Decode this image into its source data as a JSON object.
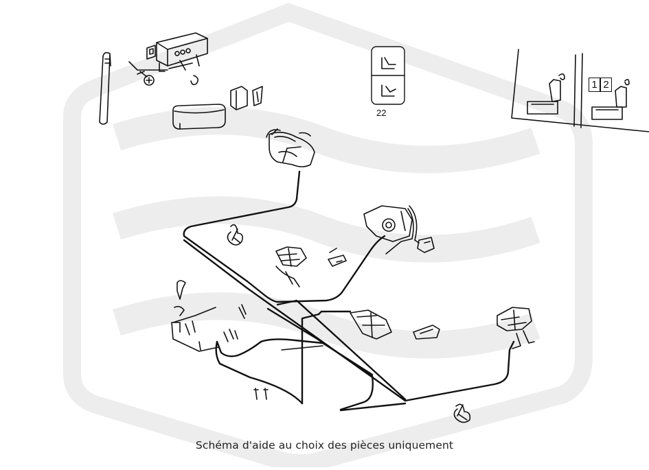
{
  "diagram": {
    "caption": "Schéma d'aide au choix des pièces uniquement",
    "figure_number": "22",
    "boxed_numbers": [
      "1",
      "2"
    ],
    "colors": {
      "ink": "#111111",
      "watermark": "#efefef",
      "background": "#ffffff"
    },
    "watermark_icon": "hexagon-wave-logo"
  }
}
